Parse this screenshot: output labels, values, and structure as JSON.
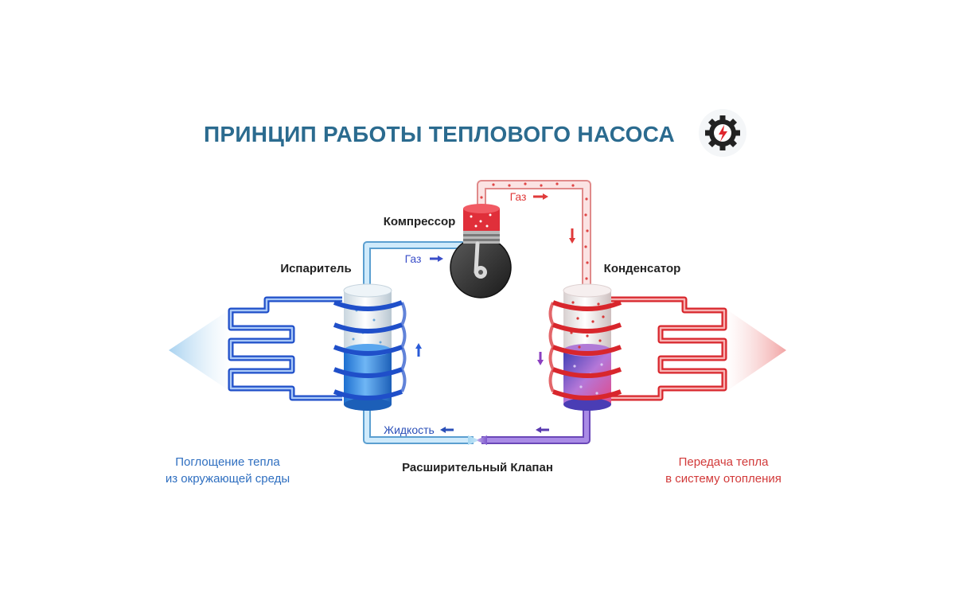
{
  "title": "ПРИНЦИП РАБОТЫ ТЕПЛОВОГО НАСОСА",
  "components": {
    "compressor": "Компрессор",
    "evaporator": "Испаритель",
    "condenser": "Конденсатор",
    "expansion_valve": "Расширительный Клапан"
  },
  "flows": {
    "gas_hot": "Газ",
    "gas_cold": "Газ",
    "liquid": "Жидкость"
  },
  "captions": {
    "left_line1": "Поглощение тепла",
    "left_line2": "из окружающей среды",
    "right_line1": "Передача тепла",
    "right_line2": "в систему отопления"
  },
  "colors": {
    "title": "#2b6b8f",
    "cold": "#2a5bd7",
    "hot": "#e03a3a",
    "cold_pipe": "#9fd3ee",
    "hot_pipe": "#f4b6b6",
    "mixed": "#8a5bd0",
    "label": "#222222"
  },
  "logo": {
    "icon": "gear-lightning-icon"
  }
}
